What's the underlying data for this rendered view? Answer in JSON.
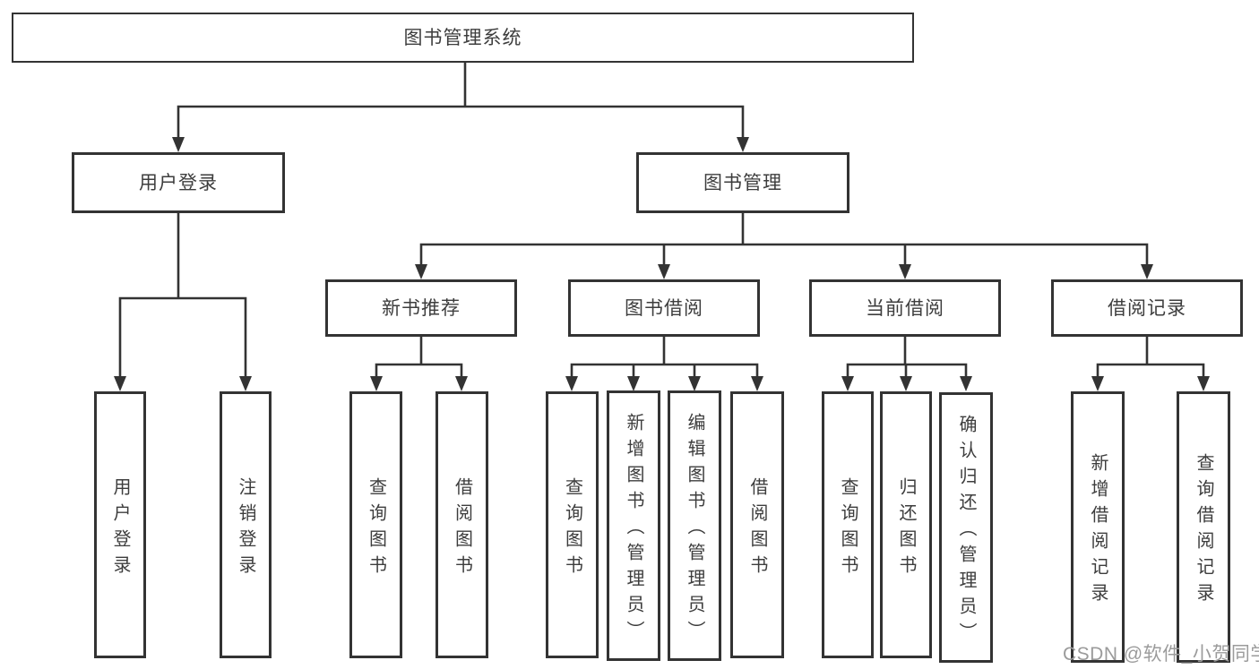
{
  "title": "图书管理系统",
  "watermark": "CSDN @软件_小贺同学",
  "colors": {
    "line": "#333333",
    "box_border": "#333333",
    "text": "#3d3d3d",
    "watermark": "#9b9b9b",
    "background": "#ffffff"
  },
  "nodes": {
    "root": "图书管理系统",
    "user_login": "用户登录",
    "book_management": "图书管理",
    "user_login_leaf": "用户登录",
    "logout_leaf": "注销登录",
    "new_book_recommend": "新书推荐",
    "book_borrowing": "图书借阅",
    "current_borrowing": "当前借阅",
    "borrowing_records": "借阅记录",
    "query_book_a": "查询图书",
    "borrow_book_a": "借阅图书",
    "query_book_b": "查询图书",
    "add_book_admin": "新增图书（管理员）",
    "edit_book_admin": "编辑图书（管理员）",
    "borrow_book_b": "借阅图书",
    "query_book_c": "查询图书",
    "return_book": "归还图书",
    "confirm_return_admin": "确认归还（管理员）",
    "add_borrow_record": "新增借阅记录",
    "query_borrow_record": "查询借阅记录"
  },
  "edges": [
    {
      "from": "root",
      "to": [
        "user_login",
        "book_management"
      ]
    },
    {
      "from": "user_login",
      "to": [
        "user_login_leaf",
        "logout_leaf"
      ]
    },
    {
      "from": "book_management",
      "to": [
        "new_book_recommend",
        "book_borrowing",
        "current_borrowing",
        "borrowing_records"
      ]
    },
    {
      "from": "new_book_recommend",
      "to": [
        "query_book_a",
        "borrow_book_a"
      ]
    },
    {
      "from": "book_borrowing",
      "to": [
        "query_book_b",
        "add_book_admin",
        "edit_book_admin",
        "borrow_book_b"
      ]
    },
    {
      "from": "current_borrowing",
      "to": [
        "query_book_c",
        "return_book",
        "confirm_return_admin"
      ]
    },
    {
      "from": "borrowing_records",
      "to": [
        "add_borrow_record",
        "query_borrow_record"
      ]
    }
  ]
}
